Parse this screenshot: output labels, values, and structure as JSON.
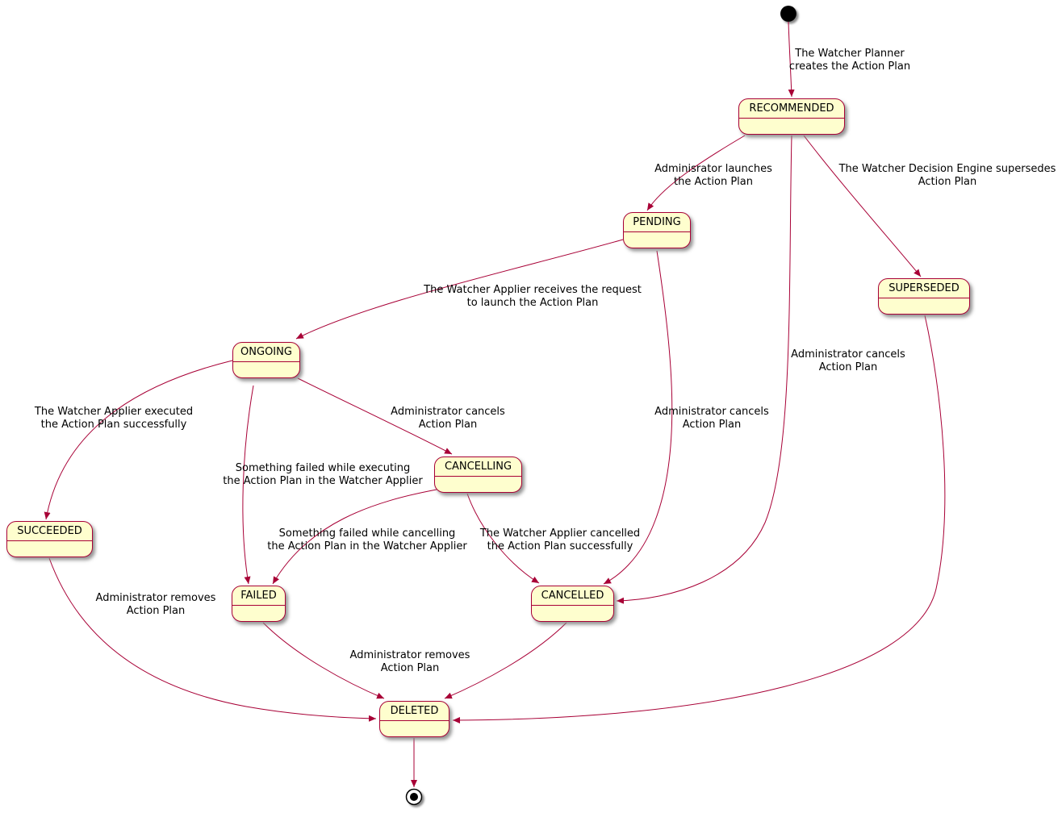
{
  "colors": {
    "background": "#FFFFFF",
    "state_fill": "#FEFECE",
    "state_border": "#A80036",
    "edge": "#A80036",
    "text": "#000000"
  },
  "states": {
    "recommended": {
      "label": "RECOMMENDED"
    },
    "pending": {
      "label": "PENDING"
    },
    "superseded": {
      "label": "SUPERSEDED"
    },
    "ongoing": {
      "label": "ONGOING"
    },
    "cancelling": {
      "label": "CANCELLING"
    },
    "succeeded": {
      "label": "SUCCEEDED"
    },
    "failed": {
      "label": "FAILED"
    },
    "cancelled": {
      "label": "CANCELLED"
    },
    "deleted": {
      "label": "DELETED"
    }
  },
  "pseudostates": {
    "initial": {
      "type": "initial"
    },
    "final": {
      "type": "final"
    }
  },
  "transitions": {
    "initial_to_recommended": {
      "from": "initial",
      "to": "RECOMMENDED",
      "lines": [
        "The Watcher Planner",
        "creates the Action Plan"
      ]
    },
    "recommended_to_pending": {
      "from": "RECOMMENDED",
      "to": "PENDING",
      "lines": [
        "Adminisrator launches",
        "the Action Plan"
      ]
    },
    "recommended_to_superseded": {
      "from": "RECOMMENDED",
      "to": "SUPERSEDED",
      "lines": [
        "The Watcher Decision Engine supersedes",
        "Action Plan"
      ]
    },
    "recommended_to_cancelled": {
      "from": "RECOMMENDED",
      "to": "CANCELLED",
      "lines": [
        "Administrator cancels",
        "Action Plan"
      ]
    },
    "pending_to_ongoing": {
      "from": "PENDING",
      "to": "ONGOING",
      "lines": [
        "The Watcher Applier receives the request",
        "to launch the Action Plan"
      ]
    },
    "pending_to_cancelled": {
      "from": "PENDING",
      "to": "CANCELLED",
      "lines": [
        "Administrator cancels",
        "Action Plan"
      ]
    },
    "ongoing_to_succeeded": {
      "from": "ONGOING",
      "to": "SUCCEEDED",
      "lines": [
        "The Watcher Applier executed",
        "the Action Plan successfully"
      ]
    },
    "ongoing_to_cancelling": {
      "from": "ONGOING",
      "to": "CANCELLING",
      "lines": [
        "Administrator cancels",
        "Action Plan"
      ]
    },
    "ongoing_to_failed": {
      "from": "ONGOING",
      "to": "FAILED",
      "lines": [
        "Something failed while executing",
        "the Action Plan in the Watcher Applier"
      ]
    },
    "cancelling_to_failed": {
      "from": "CANCELLING",
      "to": "FAILED",
      "lines": [
        "Something failed while cancelling",
        "the Action Plan in the Watcher Applier"
      ]
    },
    "cancelling_to_cancelled": {
      "from": "CANCELLING",
      "to": "CANCELLED",
      "lines": [
        "The Watcher Applier cancelled",
        "the Action Plan successfully"
      ]
    },
    "succeeded_to_deleted": {
      "from": "SUCCEEDED",
      "to": "DELETED",
      "lines": [
        "Administrator removes",
        "Action Plan"
      ]
    },
    "failed_to_deleted": {
      "from": "FAILED",
      "to": "DELETED",
      "lines": [
        "Administrator removes",
        "Action Plan"
      ]
    },
    "cancelled_to_deleted": {
      "from": "CANCELLED",
      "to": "DELETED",
      "lines": []
    },
    "superseded_to_deleted": {
      "from": "SUPERSEDED",
      "to": "DELETED",
      "lines": []
    },
    "deleted_to_final": {
      "from": "DELETED",
      "to": "final",
      "lines": []
    }
  }
}
